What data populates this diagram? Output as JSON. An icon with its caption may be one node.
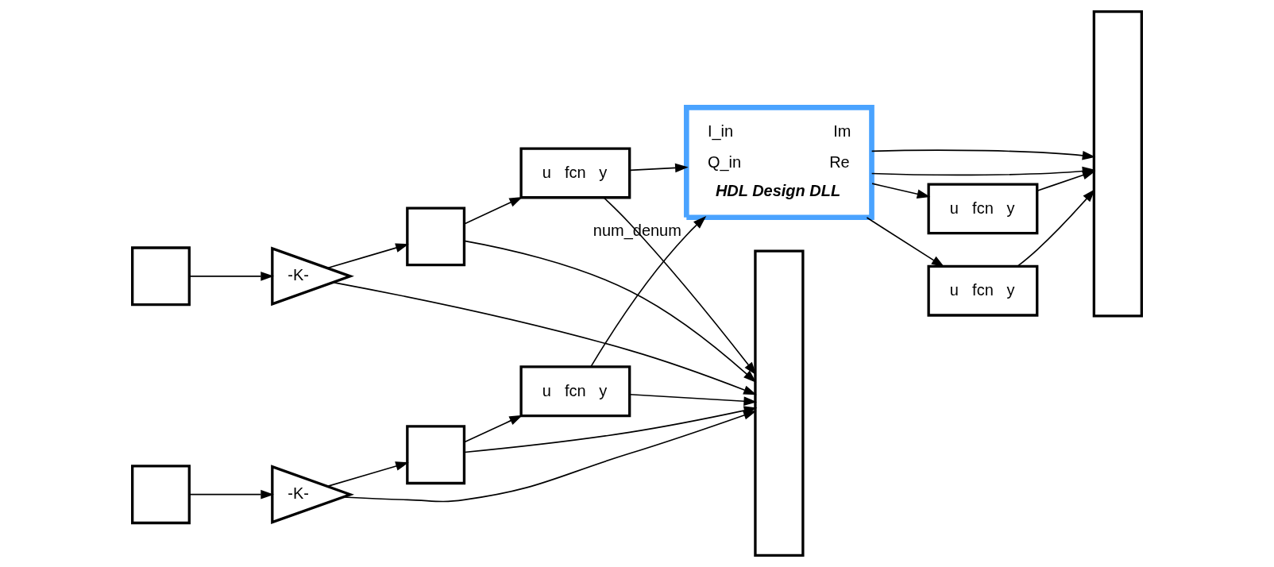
{
  "diagram": {
    "nodes": [
      {
        "text": [],
        "shape": "box"
      },
      {
        "text": [],
        "shape": "box"
      },
      {
        "text": [
          "-K-"
        ]
      },
      {
        "text": [
          "-K-"
        ]
      },
      {
        "text": [],
        "shape": "box"
      },
      {
        "text": [],
        "shape": "box"
      },
      {
        "text": [
          "u",
          "fcn",
          "y"
        ]
      },
      {
        "text": [
          "u",
          "fcn",
          "y"
        ]
      },
      {
        "text": [
          "I_in",
          "Q_in",
          "Im",
          "Re",
          "HDL Design DLL"
        ],
        "beside": [
          "num_denum"
        ]
      },
      {
        "text": [
          "u",
          "fcn",
          "y"
        ]
      },
      {
        "text": [
          "u",
          "fcn",
          "y"
        ]
      },
      {
        "text": [],
        "shape": "box"
      },
      {
        "text": [],
        "shape": "box"
      }
    ],
    "edges": [
      {
        "from": 0,
        "to": 2,
        "arrow": "to"
      },
      {
        "from": 1,
        "to": 3,
        "arrow": "to"
      },
      {
        "from": 2,
        "to": 4,
        "arrow": "to"
      },
      {
        "from": 3,
        "to": 5,
        "arrow": "to"
      },
      {
        "from": 4,
        "to": 6,
        "arrow": "to"
      },
      {
        "from": 5,
        "to": 7,
        "arrow": "to"
      },
      {
        "from": 6,
        "to": 8,
        "arrow": "to"
      },
      {
        "from": 7,
        "to": 8,
        "arrow": "to"
      },
      {
        "from": 8,
        "to": 11,
        "arrow": "to"
      },
      {
        "from": 8,
        "to": 9,
        "arrow": "to"
      },
      {
        "from": 9,
        "to": 11,
        "arrow": "to"
      },
      {
        "from": 10,
        "to": 11,
        "arrow": "to"
      },
      {
        "from": 8,
        "to": 10,
        "arrow": "to"
      },
      {
        "from": 8,
        "to": 11,
        "arrow": "to"
      },
      {
        "from": 6,
        "to": 12,
        "arrow": "to"
      },
      {
        "from": 7,
        "to": 12,
        "arrow": "to"
      },
      {
        "from": 4,
        "to": 12,
        "arrow": "to"
      },
      {
        "from": 5,
        "to": 12,
        "arrow": "to"
      },
      {
        "from": 2,
        "to": 12,
        "arrow": "to"
      },
      {
        "from": 3,
        "to": 12,
        "arrow": "to"
      }
    ]
  }
}
